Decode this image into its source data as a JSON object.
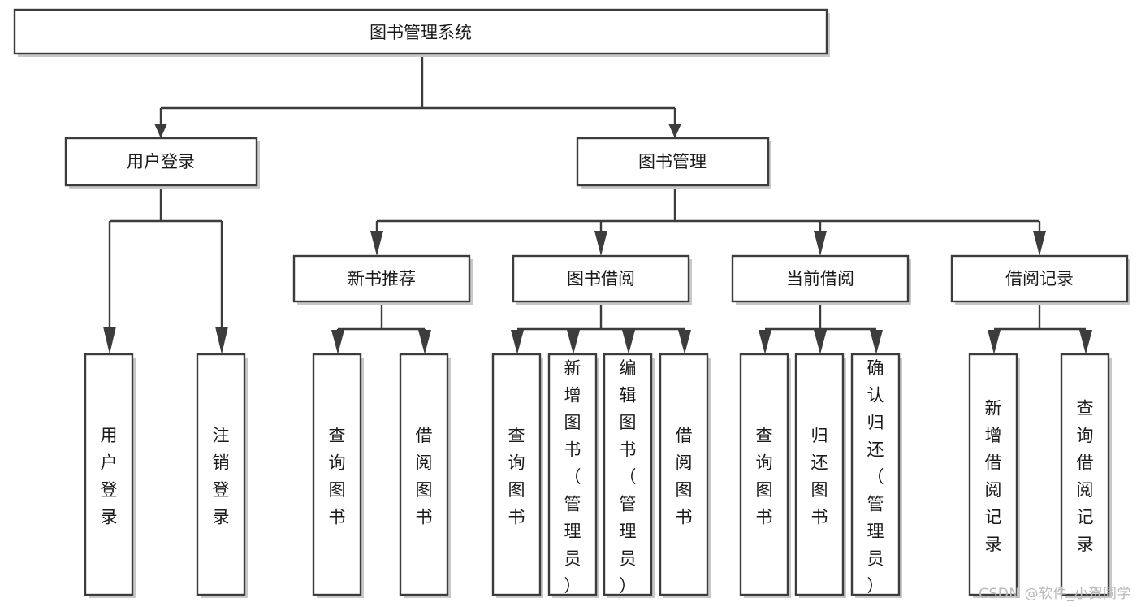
{
  "diagram": {
    "type": "tree",
    "title": "图书管理系统",
    "orientation": "top-down",
    "colors": {
      "box_stroke": "#3c3c3c",
      "box_fill": "#ffffff",
      "text": "#1a1a1a",
      "edge": "#3c3c3c",
      "watermark": "#b9b9b9",
      "background": "#ffffff"
    },
    "root": {
      "id": "root",
      "label": "图书管理系统",
      "text_orientation": "horizontal"
    },
    "level2": [
      {
        "id": "user-login",
        "label": "用户登录",
        "text_orientation": "horizontal"
      },
      {
        "id": "book-manage",
        "label": "图书管理",
        "text_orientation": "horizontal"
      }
    ],
    "level3": [
      {
        "id": "new-book-recommend",
        "label": "新书推荐",
        "parent": "book-manage",
        "text_orientation": "horizontal"
      },
      {
        "id": "book-borrow",
        "label": "图书借阅",
        "parent": "book-manage",
        "text_orientation": "horizontal"
      },
      {
        "id": "current-borrow",
        "label": "当前借阅",
        "parent": "book-manage",
        "text_orientation": "horizontal"
      },
      {
        "id": "borrow-record",
        "label": "借阅记录",
        "parent": "book-manage",
        "text_orientation": "horizontal"
      }
    ],
    "leaves": [
      {
        "id": "leaf-user-login",
        "label": "用户登录",
        "parent": "user-login",
        "text_orientation": "vertical"
      },
      {
        "id": "leaf-logout-login",
        "label": "注销登录",
        "parent": "user-login",
        "text_orientation": "vertical"
      },
      {
        "id": "leaf-query-book-rec",
        "label": "查询图书",
        "parent": "new-book-recommend",
        "text_orientation": "vertical"
      },
      {
        "id": "leaf-borrow-book-rec",
        "label": "借阅图书",
        "parent": "new-book-recommend",
        "text_orientation": "vertical"
      },
      {
        "id": "leaf-query-book-borrow",
        "label": "查询图书",
        "parent": "book-borrow",
        "text_orientation": "vertical"
      },
      {
        "id": "leaf-add-book-admin",
        "label": "新增图书（管理员）",
        "parent": "book-borrow",
        "text_orientation": "vertical"
      },
      {
        "id": "leaf-edit-book-admin",
        "label": "编辑图书（管理员）",
        "parent": "book-borrow",
        "text_orientation": "vertical"
      },
      {
        "id": "leaf-borrow-book",
        "label": "借阅图书",
        "parent": "book-borrow",
        "text_orientation": "vertical"
      },
      {
        "id": "leaf-query-book-current",
        "label": "查询图书",
        "parent": "current-borrow",
        "text_orientation": "vertical"
      },
      {
        "id": "leaf-return-book",
        "label": "归还图书",
        "parent": "current-borrow",
        "text_orientation": "vertical"
      },
      {
        "id": "leaf-confirm-return-admin",
        "label": "确认归还（管理员）",
        "parent": "current-borrow",
        "text_orientation": "vertical"
      },
      {
        "id": "leaf-add-borrow-record",
        "label": "新增借阅记录",
        "parent": "borrow-record",
        "text_orientation": "vertical"
      },
      {
        "id": "leaf-query-borrow-record",
        "label": "查询借阅记录",
        "parent": "borrow-record",
        "text_orientation": "vertical"
      }
    ]
  },
  "watermark": {
    "text": "CSDN @软件_小贺同学"
  }
}
